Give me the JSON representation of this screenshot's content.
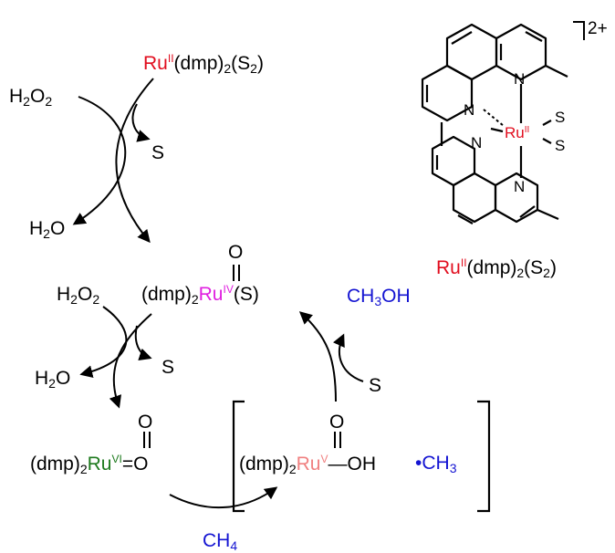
{
  "structure": {
    "ru": "Ru",
    "ru_ox": "II",
    "n": "N",
    "s": "S",
    "charge": "2+"
  },
  "name_label": {
    "ru": "Ru",
    "ox": "II",
    "ligand": "(dmp)",
    "n2": "2",
    "sulfur": "(S",
    "s2": "2",
    "close": ")"
  },
  "cycle1": {
    "start": {
      "ru": "Ru",
      "ox": "II",
      "ligand": "(dmp)",
      "n2": "2",
      "sulfur": "(S",
      "s2": "2",
      "close": ")"
    },
    "h2o2": {
      "h": "H",
      "n2": "2",
      "o": "O",
      "o2": "2"
    },
    "s_out": "S",
    "h2o": {
      "h": "H",
      "n2": "2",
      "o": "O"
    }
  },
  "ru_iv": {
    "ligand": "(dmp)",
    "n2": "2",
    "ru": "Ru",
    "ox": "IV",
    "tail": "(S)",
    "oxo": "O"
  },
  "cycle2": {
    "h2o2": {
      "h": "H",
      "n2": "2",
      "o": "O",
      "o2": "2"
    },
    "s_out": "S",
    "h2o": {
      "h": "H",
      "n2": "2",
      "o": "O"
    }
  },
  "ru_vi": {
    "ligand": "(dmp)",
    "n2": "2",
    "ru": "Ru",
    "ox": "VI",
    "tail": "=O",
    "oxo": "O"
  },
  "ru_v": {
    "ligand": "(dmp)",
    "n2": "2",
    "ru": "Ru",
    "ox": "V",
    "tail": "—OH",
    "oxo": "O",
    "radical": "•CH",
    "r3": "3"
  },
  "methane": {
    "c": "CH",
    "n4": "4"
  },
  "methanol": {
    "c": "CH",
    "n3": "3",
    "oh": "OH"
  },
  "s_in": "S",
  "colors": {
    "ru_ii": "#e10d1e",
    "ru_iv": "#e020e0",
    "ru_vi": "#1e7a1e",
    "ru_v": "#f08080",
    "methane": "#1414d2"
  }
}
